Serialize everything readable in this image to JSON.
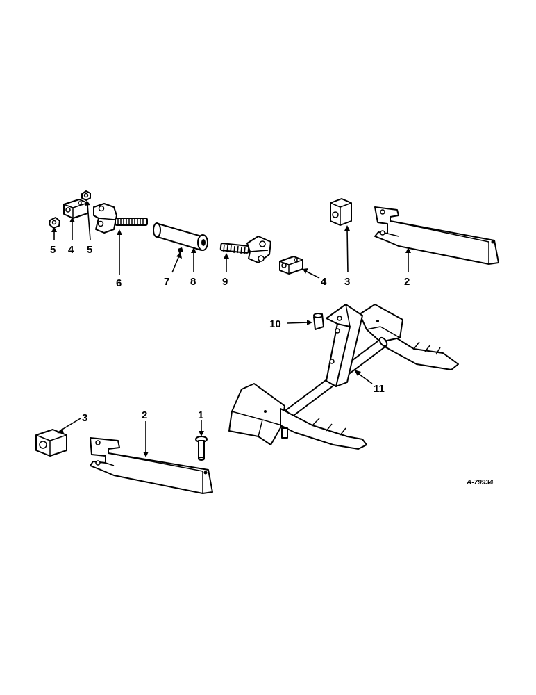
{
  "callouts": {
    "c5a": "5",
    "c4a": "4",
    "c5b": "5",
    "c6": "6",
    "c7": "7",
    "c8": "8",
    "c9": "9",
    "c4b": "4",
    "c3a": "3",
    "c2a": "2",
    "c10": "10",
    "c11": "11",
    "c3b": "3",
    "c2b": "2",
    "c1": "1"
  },
  "drawing_code": "A-79934"
}
